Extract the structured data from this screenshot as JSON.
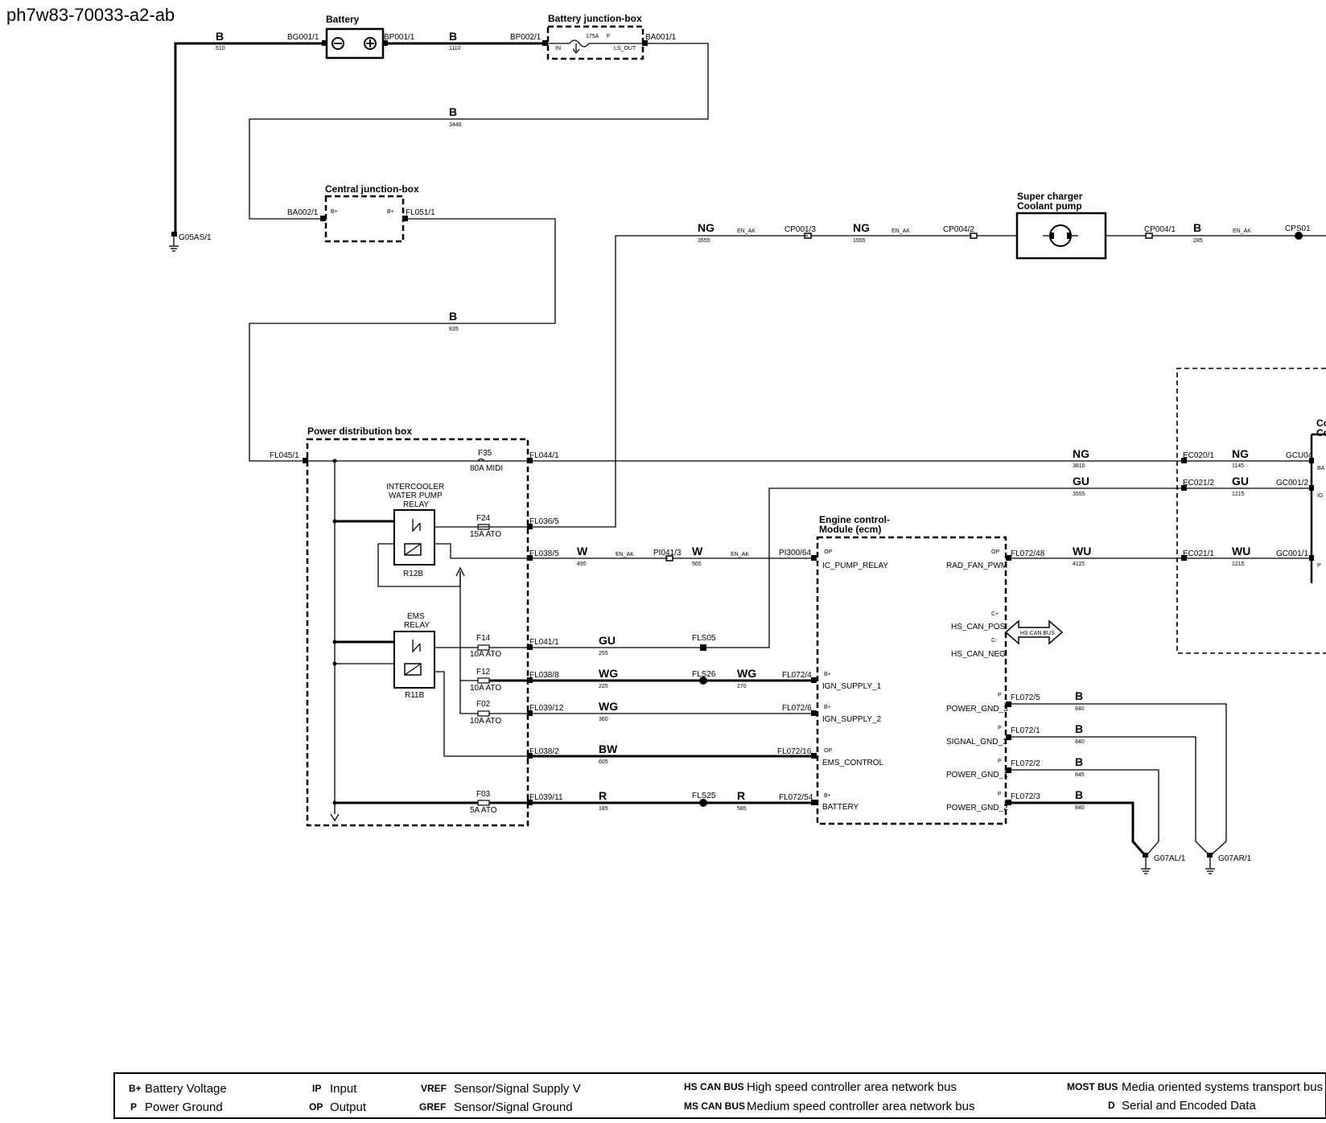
{
  "doc_id": "ph7w83-70033-a2-ab",
  "components": {
    "battery": "Battery",
    "battery_jbox": "Battery junction-box",
    "central_jbox": "Central junction-box",
    "pdb": "Power distribution box",
    "ecm_l1": "Engine control-",
    "ecm_l2": "Module (ecm)",
    "sc_l1": "Super charger",
    "sc_l2": "Coolant pump",
    "ic_relay_l1": "INTERCOOLER",
    "ic_relay_l2": "WATER PUMP",
    "ic_relay_l3": "RELAY",
    "ic_relay_id": "R12B",
    "ems_relay_l1": "EMS",
    "ems_relay_l2": "RELAY",
    "ems_relay_id": "R11B",
    "right_cut_l1": "Co",
    "right_cut_l2": "Co"
  },
  "connectors": {
    "bg001": "BG001/1",
    "bp001": "BP001/1",
    "bp002": "BP002/1",
    "ba001": "BA001/1",
    "ba002": "BA002/1",
    "fl051": "FL051/1",
    "g05as": "G05AS/1",
    "fl045": "FL045/1",
    "fl044": "FL044/1",
    "fl036_5": "FL036/5",
    "fl038_5": "FL038/5",
    "pi041": "PI041/3",
    "pi300": "PI300/64",
    "fl041": "FL041/1",
    "fls05": "FLS05",
    "fl038_8": "FL038/8",
    "fls26": "FLS26",
    "fl072_4": "FL072/4",
    "fl039_12": "FL039/12",
    "fl072_6": "FL072/6",
    "fl038_2": "FL038/2",
    "fl072_16": "FL072/16",
    "fl039_11": "FL039/11",
    "fls25": "FLS25",
    "fl072_54": "FL072/54",
    "cp001": "CP001/3",
    "cp004_2": "CP004/2",
    "cp004_1": "CP004/1",
    "cps01": "CPS01",
    "ec020": "EC020/1",
    "gcu04": "GCU04",
    "ec021_2": "EC021/2",
    "gc001_2": "GC001/2",
    "fl072_48": "FL072/48",
    "ec021_1": "EC021/1",
    "gc001_1": "GC001/1",
    "fl072_5": "FL072/5",
    "fl072_1": "FL072/1",
    "fl072_2": "FL072/2",
    "fl072_3": "FL072/3",
    "g07al": "G07AL/1",
    "g07ar": "G07AR/1"
  },
  "wires": {
    "w510_c": "B",
    "w510_n": "510",
    "w1110_c": "B",
    "w1110_n": "1110",
    "w3440_c": "B",
    "w3440_n": "3440",
    "w835_c": "B",
    "w835_n": "835",
    "w3555_c": "NG",
    "w3555_n": "3555",
    "w1555_c": "NG",
    "w1555_n": "1555",
    "w285_c": "B",
    "w285_n": "285",
    "w3810_c": "NG",
    "w3810_n": "3810",
    "w1145_c": "NG",
    "w1145_n": "1145",
    "w3555b_c": "GU",
    "w3555b_n": "3555",
    "w1215_c": "GU",
    "w1215_n": "1215",
    "w495_c": "W",
    "w495_n": "495",
    "w565_c": "W",
    "w565_n": "565",
    "w4115_c": "WU",
    "w4115_n": "4115",
    "w1215b_c": "WU",
    "w1215b_n": "1215",
    "w255_c": "GU",
    "w255_n": "255",
    "w225_c": "WG",
    "w225_n": "225",
    "w270_c": "WG",
    "w270_n": "270",
    "w360_c": "WG",
    "w360_n": "360",
    "w605_c": "BW",
    "w605_n": "605",
    "w185_c": "R",
    "w185_n": "185",
    "w585_c": "R",
    "w585_n": "585",
    "w840a_c": "B",
    "w840a_n": "840",
    "w840b_c": "B",
    "w840b_n": "840",
    "w845_c": "B",
    "w845_n": "845",
    "w840c_c": "B",
    "w840c_n": "840",
    "en_ak": "EN_AK"
  },
  "fuses": {
    "f35": "F35",
    "f35_r": "80A MIDI",
    "f24": "F24",
    "f24_r": "15A ATO",
    "f14": "F14",
    "f14_r": "10A ATO",
    "f12": "F12",
    "f12_r": "10A ATO",
    "f02": "F02",
    "f02_r": "10A ATO",
    "f03": "F03",
    "f03_r": "5A ATO",
    "bjb_rating": "175A",
    "bjb_f": "F",
    "bjb_in": "IN",
    "bjb_out": "LS_OUT"
  },
  "pins": {
    "bplus": "B+",
    "op": "OP",
    "p": "P",
    "cplus": "C+",
    "cminus": "C-",
    "ic_pump": "IC_PUMP_RELAY",
    "rad_fan": "RAD_FAN_PWM",
    "can_pos": "HS_CAN_POS",
    "can_neg": "HS_CAN_NEG",
    "can_bus": "HS CAN BUS",
    "ign1": "IGN_SUPPLY_1",
    "ign2": "IGN_SUPPLY_2",
    "ems_ctrl": "EMS_CONTROL",
    "battery": "BATTERY",
    "pg3": "POWER_GND_3",
    "sg1": "SIGNAL_GND_1",
    "pg1": "POWER_GND_1",
    "pg2": "POWER_GND_2",
    "r_ba": "BA",
    "r_ig": "IG",
    "r_p": "P"
  },
  "legend": [
    {
      "key": "B+",
      "value": "Battery Voltage"
    },
    {
      "key": "P",
      "value": "Power Ground"
    },
    {
      "key": "IP",
      "value": "Input"
    },
    {
      "key": "OP",
      "value": "Output"
    },
    {
      "key": "VREF",
      "value": "Sensor/Signal Supply V"
    },
    {
      "key": "GREF",
      "value": "Sensor/Signal Ground"
    },
    {
      "key": "HS CAN BUS",
      "value": "High speed controller area network bus"
    },
    {
      "key": "MS CAN BUS",
      "value": "Medium speed controller area network bus"
    },
    {
      "key": "MOST BUS",
      "value": "Media oriented systems transport bus"
    },
    {
      "key": "D",
      "value": "Serial and Encoded Data"
    }
  ]
}
